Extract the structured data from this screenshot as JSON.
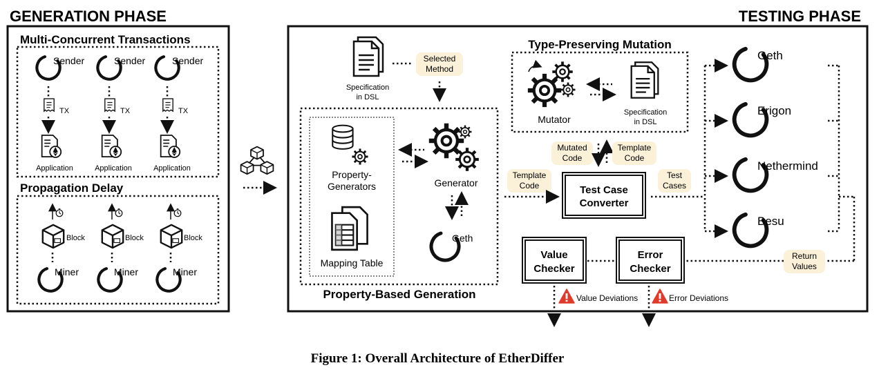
{
  "phases": {
    "generation": "GENERATION PHASE",
    "testing": "TESTING PHASE"
  },
  "generation": {
    "multi_title": "Multi-Concurrent Transactions",
    "sender_label": "Sender",
    "tx_label": "TX",
    "application_label": "Application",
    "propagation_title": "Propagation Delay",
    "block_label": "Block",
    "miner_label": "Miner"
  },
  "pbg": {
    "title": "Property-Based Generation",
    "spec_line1": "Specification",
    "spec_line2": "in DSL",
    "selected_line1": "Selected",
    "selected_line2": "Method",
    "prop_line1": "Property-",
    "prop_line2": "Generators",
    "mapping": "Mapping Table",
    "generator": "Generator",
    "geth": "Geth"
  },
  "mutation": {
    "title": "Type-Preserving Mutation",
    "mutator": "Mutator",
    "spec_line1": "Specification",
    "spec_line2": "in DSL",
    "mutated_line1": "Mutated",
    "mutated_line2": "Code",
    "template_line1": "Template",
    "template_line2": "Code"
  },
  "converter": {
    "template_line1": "Template",
    "template_line2": "Code",
    "title_line1": "Test Case",
    "title_line2": "Converter",
    "tests_line1": "Test",
    "tests_line2": "Cases"
  },
  "clients": [
    "Geth",
    "Erigon",
    "Nethermind",
    "Besu"
  ],
  "checkers": {
    "value_line1": "Value",
    "value_line2": "Checker",
    "error_line1": "Error",
    "error_line2": "Checker",
    "return_line1": "Return",
    "return_line2": "Values",
    "value_dev": "Value Deviations",
    "error_dev": "Error Deviations"
  },
  "caption": "Figure 1: Overall Architecture of EtherDiffer",
  "colors": {
    "tag_bg": "#fbf0d8",
    "warning": "#e03a2c",
    "ink": "#111111"
  }
}
